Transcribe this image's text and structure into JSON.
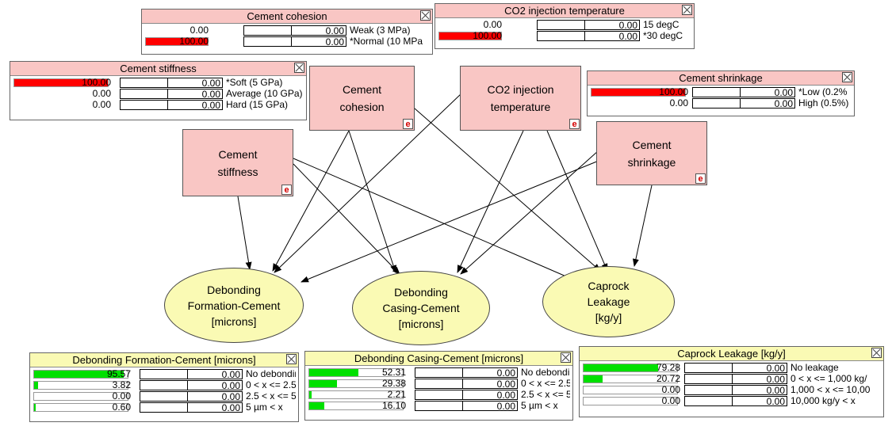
{
  "colors": {
    "evidence_node": "#f9c6c4",
    "chance_node": "#fafab4",
    "evidence_bar": "#ff0000",
    "belief_bar": "#00e000"
  },
  "nodes": {
    "cement_cohesion": {
      "label": "Cement\ncohesion",
      "badge": "e"
    },
    "co2_temp": {
      "label": "CO2 injection\ntemperature",
      "badge": "e"
    },
    "cement_stiffness": {
      "label": "Cement\nstiffness",
      "badge": "e"
    },
    "cement_shrinkage": {
      "label": "Cement\nshrinkage",
      "badge": "e"
    },
    "debond_formation": {
      "label": "Debonding\nFormation-Cement\n[microns]"
    },
    "debond_casing": {
      "label": "Debonding\nCasing-Cement\n[microns]"
    },
    "caprock": {
      "label": "Caprock\nLeakage\n[kg/y]"
    }
  },
  "monitors": {
    "cement_cohesion": {
      "title": "Cement cohesion",
      "states": [
        {
          "prob": "0.00",
          "value": 0,
          "evidence": "0.00",
          "label": "Weak (3 MPa)"
        },
        {
          "prob": "100.00",
          "value": 100,
          "evidence": "0.00",
          "label": "*Normal (10 MPa"
        }
      ]
    },
    "co2_temp": {
      "title": "CO2 injection temperature",
      "states": [
        {
          "prob": "0.00",
          "value": 0,
          "evidence": "0.00",
          "label": "15 degC"
        },
        {
          "prob": "100.00",
          "value": 100,
          "evidence": "0.00",
          "label": "*30 degC"
        }
      ]
    },
    "cement_stiffness": {
      "title": "Cement stiffness",
      "states": [
        {
          "prob": "100.00",
          "value": 100,
          "evidence": "0.00",
          "label": "*Soft (5 GPa)"
        },
        {
          "prob": "0.00",
          "value": 0,
          "evidence": "0.00",
          "label": "Average (10 GPa)"
        },
        {
          "prob": "0.00",
          "value": 0,
          "evidence": "0.00",
          "label": "Hard (15 GPa)"
        }
      ]
    },
    "cement_shrinkage": {
      "title": "Cement shrinkage",
      "states": [
        {
          "prob": "100.00",
          "value": 100,
          "evidence": "0.00",
          "label": "*Low (0.2%"
        },
        {
          "prob": "0.00",
          "value": 0,
          "evidence": "0.00",
          "label": "High (0.5%)"
        }
      ]
    },
    "debond_formation": {
      "title": "Debonding Formation-Cement [microns]",
      "states": [
        {
          "prob": "95.57",
          "value": 95.57,
          "evidence": "0.00",
          "label": "No debondin"
        },
        {
          "prob": "3.82",
          "value": 3.82,
          "evidence": "0.00",
          "label": "0 < x <= 2.5"
        },
        {
          "prob": "0.00",
          "value": 0,
          "evidence": "0.00",
          "label": "2.5 < x <= 5"
        },
        {
          "prob": "0.60",
          "value": 0.6,
          "evidence": "0.00",
          "label": "5 µm < x"
        }
      ]
    },
    "debond_casing": {
      "title": "Debonding Casing-Cement [microns]",
      "states": [
        {
          "prob": "52.31",
          "value": 52.31,
          "evidence": "0.00",
          "label": "No debondin"
        },
        {
          "prob": "29.38",
          "value": 29.38,
          "evidence": "0.00",
          "label": "0 < x <= 2.5"
        },
        {
          "prob": "2.21",
          "value": 2.21,
          "evidence": "0.00",
          "label": "2.5 < x <= 5"
        },
        {
          "prob": "16.10",
          "value": 16.1,
          "evidence": "0.00",
          "label": "5 µm < x"
        }
      ]
    },
    "caprock": {
      "title": "Caprock Leakage [kg/y]",
      "states": [
        {
          "prob": "79.28",
          "value": 79.28,
          "evidence": "0.00",
          "label": "No leakage"
        },
        {
          "prob": "20.72",
          "value": 20.72,
          "evidence": "0.00",
          "label": "0 < x <= 1,000 kg/"
        },
        {
          "prob": "0.00",
          "value": 0,
          "evidence": "0.00",
          "label": "1,000 < x <= 10,00"
        },
        {
          "prob": "0.00",
          "value": 0,
          "evidence": "0.00",
          "label": "10,000 kg/y < x"
        }
      ]
    }
  }
}
